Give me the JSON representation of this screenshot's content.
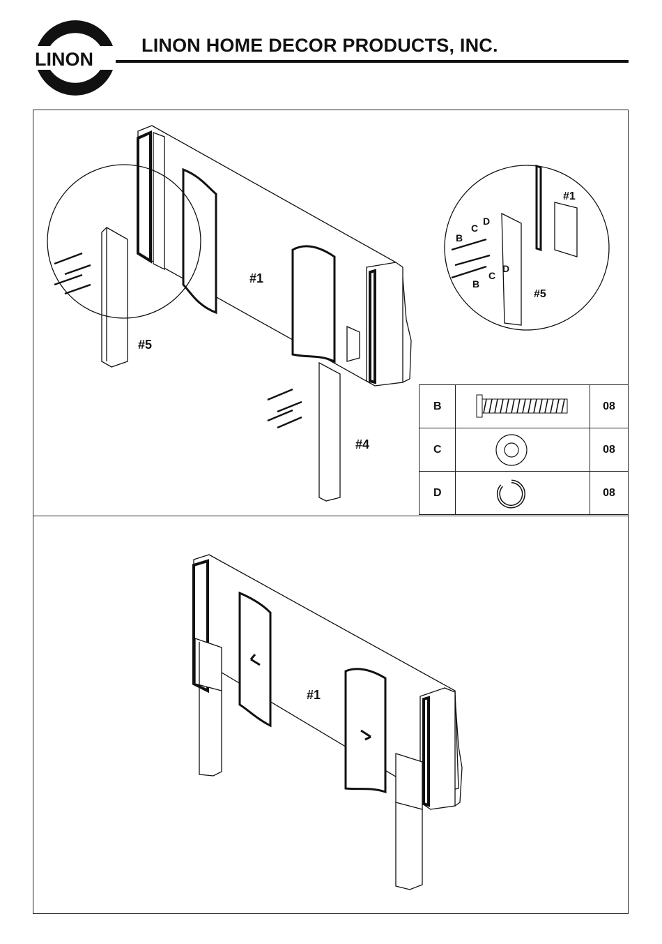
{
  "header": {
    "logo_text": "LINON",
    "company_name": "LINON HOME DECOR PRODUCTS, INC."
  },
  "step_top": {
    "labels": {
      "headboard": "#1",
      "left_leg_zoom": "#5",
      "right_leg": "#4",
      "zoom_headboard": "#1",
      "zoom_leg": "#5",
      "zoom_B_top": "B",
      "zoom_C_top": "C",
      "zoom_D_top": "D",
      "zoom_B_bottom": "B",
      "zoom_C_bottom": "C",
      "zoom_D_bottom": "D"
    },
    "hardware": [
      {
        "code": "B",
        "name": "bolt-icon",
        "qty": "08"
      },
      {
        "code": "C",
        "name": "flat-washer-icon",
        "qty": "08"
      },
      {
        "code": "D",
        "name": "spring-washer-icon",
        "qty": "08"
      }
    ]
  },
  "step_bottom": {
    "labels": {
      "headboard": "#1"
    }
  }
}
